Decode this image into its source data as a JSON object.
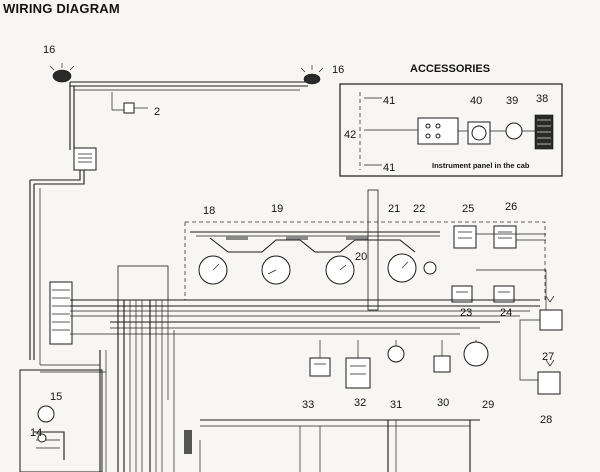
{
  "title": "WIRING DIAGRAM",
  "accessories": {
    "title": "ACCESSORIES",
    "caption": "Instrument panel in the cab"
  },
  "labels": [
    "16",
    "16",
    "2",
    "41",
    "40",
    "39",
    "38",
    "42",
    "41",
    "18",
    "19",
    "21",
    "22",
    "25",
    "26",
    "20",
    "23",
    "24",
    "27",
    "33",
    "32",
    "31",
    "30",
    "29",
    "28",
    "15",
    "14"
  ]
}
